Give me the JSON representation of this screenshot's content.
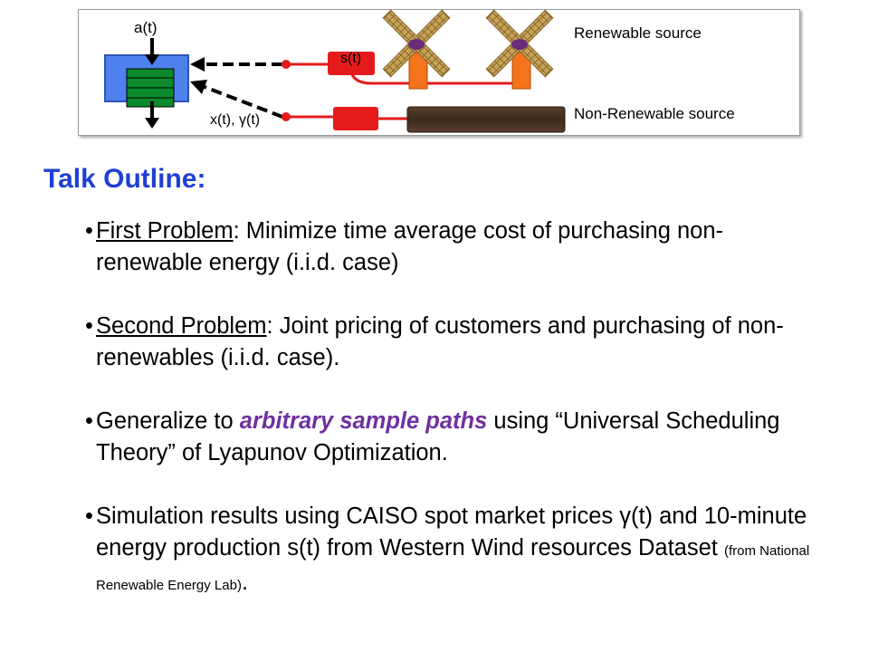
{
  "diagram": {
    "label_a": "a(t)",
    "label_s": "s(t)",
    "label_xy": "x(t), γ(t)",
    "label_renewable": "Renewable source",
    "label_nonrenewable": "Non-Renewable source",
    "colors": {
      "queue_blue": "#4f81ee",
      "queue_green": "#0b8a2c",
      "wire_red": "#e51b1b",
      "windmill_orange": "#f5731a",
      "blade_tan": "#c8a35a",
      "hub_purple": "#6b2b7c",
      "coal_brown": "#4a3222"
    }
  },
  "outline": {
    "title": "Talk Outline:",
    "bullet_char": "•",
    "items": [
      {
        "lead": "First Problem",
        "rest": ": Minimize time average cost of purchasing non-renewable energy (i.i.d. case)"
      },
      {
        "lead": "Second Problem",
        "rest": ": Joint pricing of customers and purchasing of non-renewables (i.i.d. case)."
      },
      {
        "pre": "Generalize to ",
        "emph": "arbitrary sample paths",
        "post": " using “Universal Scheduling Theory” of Lyapunov Optimization."
      },
      {
        "main": "Simulation results using CAISO spot market prices γ(t) and 10-minute energy production s(t) from Western Wind resources Dataset ",
        "small": "(from National Renewable Energy Lab)",
        "end": "."
      }
    ]
  }
}
